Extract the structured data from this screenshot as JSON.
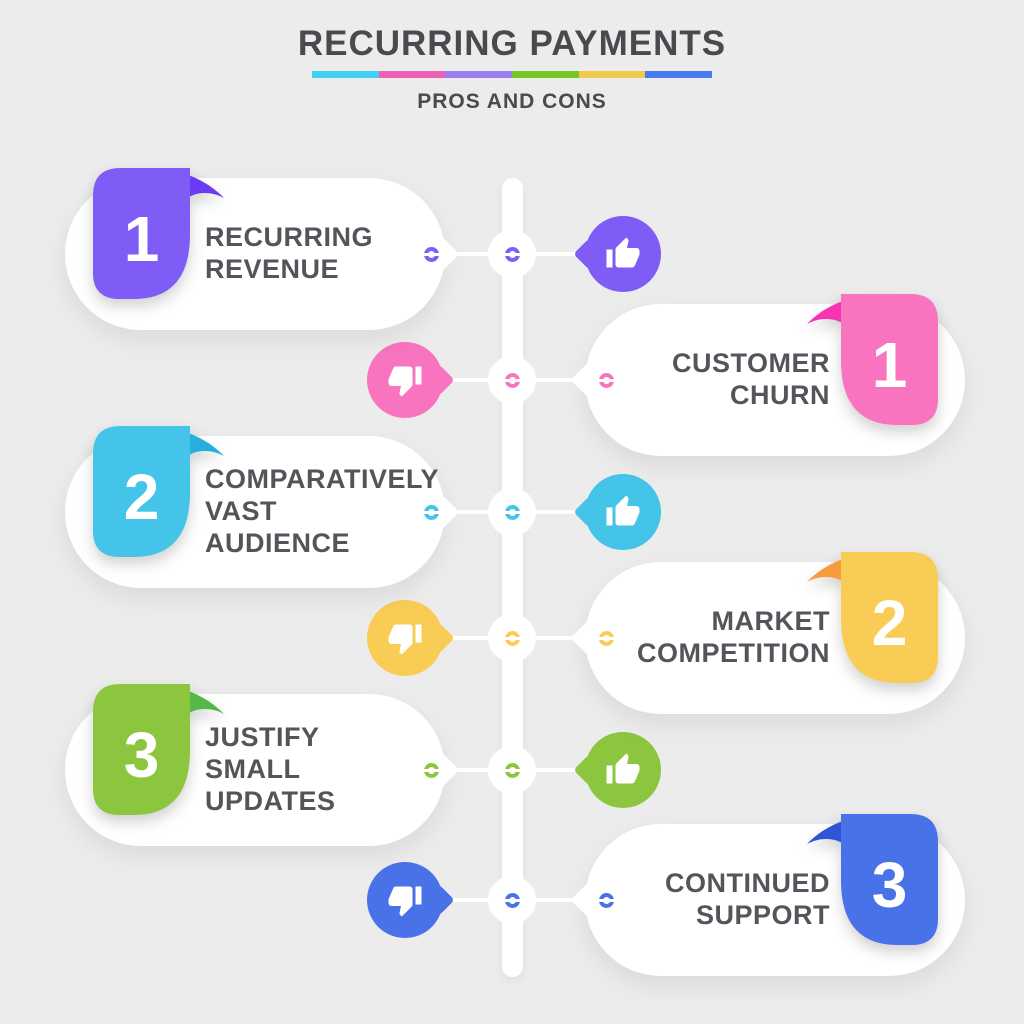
{
  "header": {
    "title": "RECURRING PAYMENTS",
    "subtitle": "PROS AND CONS",
    "bar_colors": [
      "#3fd0f2",
      "#ef5fb8",
      "#9d7df5",
      "#77c628",
      "#efca4a",
      "#4a7af0"
    ]
  },
  "background_color": "#ececec",
  "timeline": {
    "track_color": "#ffffff"
  },
  "icons": {
    "pro_bubble": "thumbs-up",
    "con_bubble": "thumbs-down",
    "node": "sync-arrows",
    "card_tip": "sync-arrows"
  },
  "rows": [
    {
      "side": "left",
      "kind": "pro",
      "number": "1",
      "line1": "RECURRING",
      "line2": "REVENUE",
      "color": "#7e5cf5",
      "color_dark": "#6a3bf2"
    },
    {
      "side": "right",
      "kind": "con",
      "number": "1",
      "line1": "CUSTOMER",
      "line2": "CHURN",
      "color": "#f874be",
      "color_dark": "#f733b5"
    },
    {
      "side": "left",
      "kind": "pro",
      "number": "2",
      "line1": "COMPARATIVELY",
      "line2": "VAST AUDIENCE",
      "color": "#45c4ea",
      "color_dark": "#26aede"
    },
    {
      "side": "right",
      "kind": "con",
      "number": "2",
      "line1": "MARKET",
      "line2": "COMPETITION",
      "color": "#f9cd55",
      "color_dark": "#f79b3d"
    },
    {
      "side": "left",
      "kind": "pro",
      "number": "3",
      "line1": "JUSTIFY SMALL",
      "line2": "UPDATES",
      "color": "#8cc63e",
      "color_dark": "#52b948"
    },
    {
      "side": "right",
      "kind": "con",
      "number": "3",
      "line1": "CONTINUED",
      "line2": "SUPPORT",
      "color": "#4a72e8",
      "color_dark": "#2d55d6"
    }
  ]
}
